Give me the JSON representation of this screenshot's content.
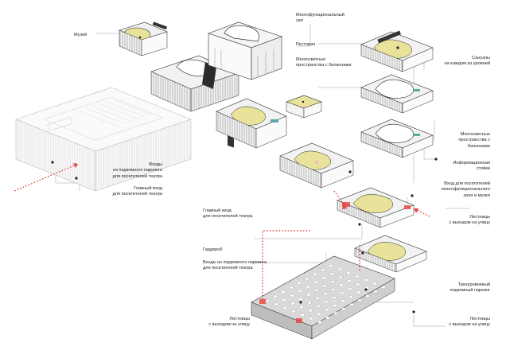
{
  "labels": {
    "museum": "Музей",
    "multifunctional_hall": [
      "Многофункциональный",
      "зал"
    ],
    "restaurant": "Ресторан",
    "atrium_balconies_top": [
      "Многосветные",
      "пространства с балконами"
    ],
    "toilets": [
      "Санузлы",
      "на каждом из уровней"
    ],
    "atrium_balconies_mid": [
      "Многосветные",
      "пространства с",
      "балконами"
    ],
    "info_desk": [
      "Информационная",
      "стойка"
    ],
    "entrance_hall_museum": [
      "Вход для посетителей",
      "многофункционального",
      "зала и музея"
    ],
    "stairs_right": [
      "Лестницы",
      "с выходом на улицу"
    ],
    "parking_entrances_left": [
      "Входы",
      "из подземного паркинга",
      "для посетителей театра"
    ],
    "main_entrance_left": [
      "Главный вход",
      "для посетителей театра"
    ],
    "main_entrance_center": [
      "Главный вход",
      "для посетителей театра"
    ],
    "wardrobe": "Гардероб",
    "parking_entrances_center": [
      "Входы из подземного паркинга",
      "для посетителей театра"
    ],
    "parking_3level": [
      "Трехуровневый",
      "подземный паркинг"
    ],
    "stairs_left_bottom": [
      "Лестницы",
      "с выходом на улицу"
    ],
    "stairs_right_bottom": [
      "Лестницы",
      "с выходом на улицу"
    ]
  },
  "colors": {
    "line": "#2a2a2a",
    "fade": "#c8c8c8",
    "yellow": "#e8e29a",
    "yellow_dark": "#d9d070",
    "red": "#e8423f",
    "pink": "#f3b6b6",
    "teal": "#5aa9a3",
    "facade": "#eeeeee",
    "dark": "#1f1f1f",
    "grey": "#9a9a9a"
  }
}
